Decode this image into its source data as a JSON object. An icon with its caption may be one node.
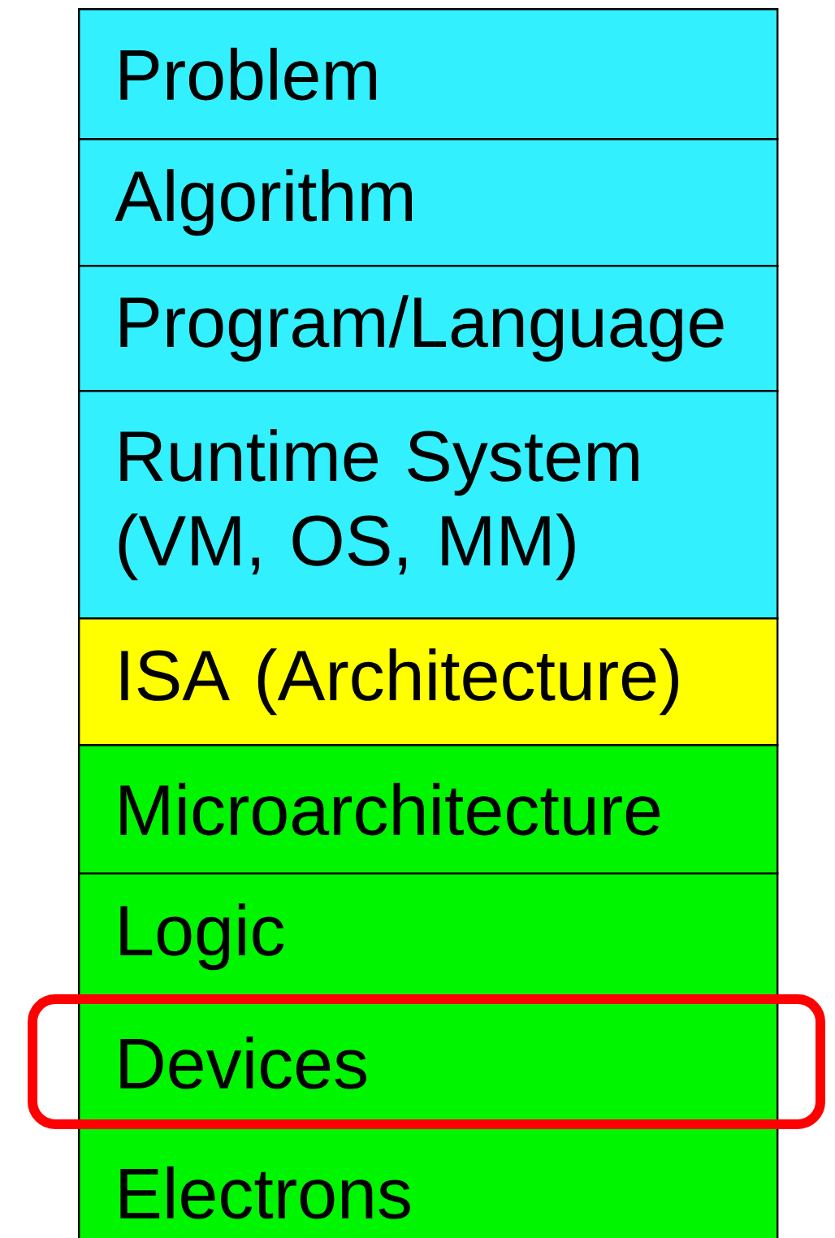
{
  "diagram": {
    "nodes": [
      {
        "text": [
          "Problem"
        ]
      },
      {
        "text": [
          "Algorithm"
        ]
      },
      {
        "text": [
          "Program/Language"
        ]
      },
      {
        "text": [
          "Runtime System (VM, OS, MM)"
        ]
      },
      {
        "text": [
          "ISA (Architecture)"
        ]
      },
      {
        "text": [
          "Microarchitecture"
        ]
      },
      {
        "text": [
          "Logic"
        ]
      },
      {
        "text": [
          "Devices"
        ]
      },
      {
        "text": [
          "Electrons"
        ]
      }
    ]
  }
}
